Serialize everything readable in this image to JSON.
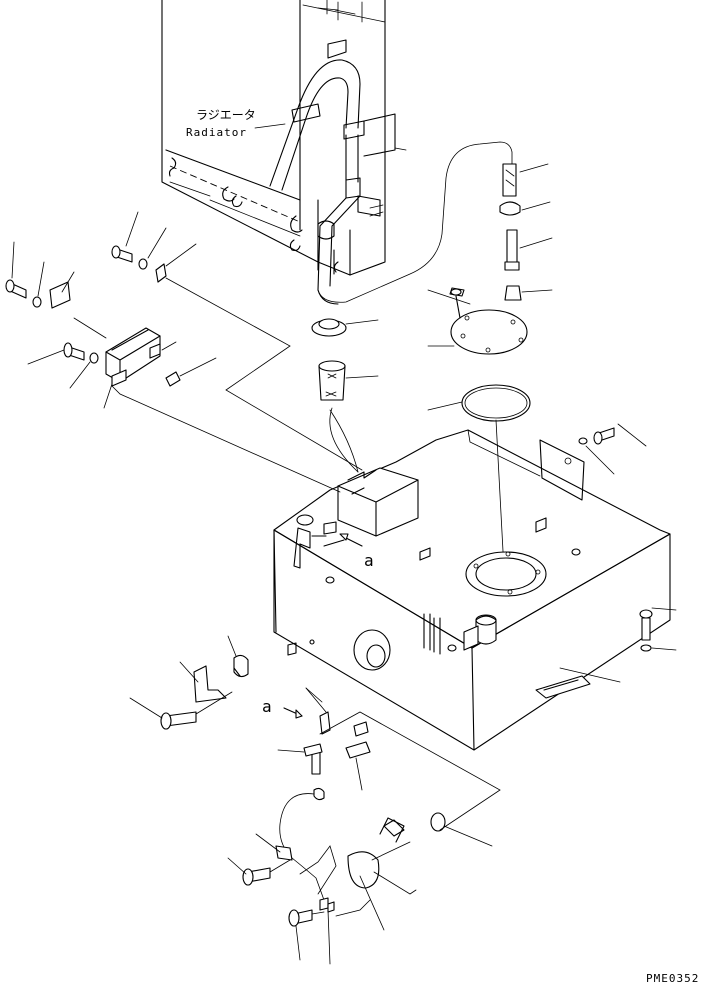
{
  "diagram": {
    "radiator_label_jp": "ラジエータ",
    "radiator_label_en": "Radiator",
    "view_marker_1": "a",
    "view_marker_2": "a",
    "figure_code": "PME0352"
  }
}
